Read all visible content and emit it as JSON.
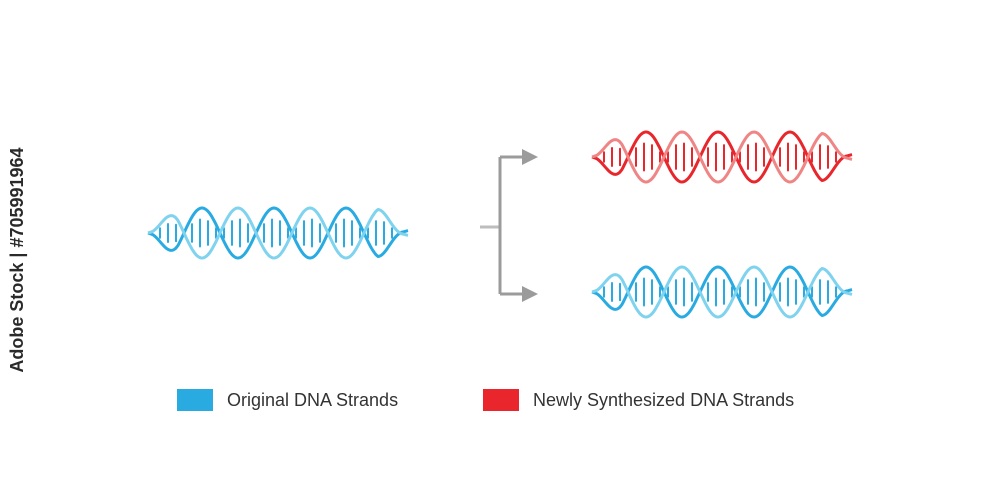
{
  "watermark": {
    "text": "Adobe Stock | #705991964"
  },
  "colors": {
    "original_strand": "#29abe2",
    "original_strand_light": "#7fd3ee",
    "original_rung": "#29abe2",
    "new_strand": "#e8262b",
    "new_strand_light": "#f08585",
    "arrow": "#9b9b9b"
  },
  "legend": {
    "original": {
      "label": "Original DNA Strands",
      "color": "#29abe2"
    },
    "new": {
      "label": "Newly Synthesized DNA Strands",
      "color": "#e8262b"
    }
  },
  "icons": {
    "arrow_top": "arrow-right-icon",
    "arrow_bottom": "arrow-right-icon"
  }
}
